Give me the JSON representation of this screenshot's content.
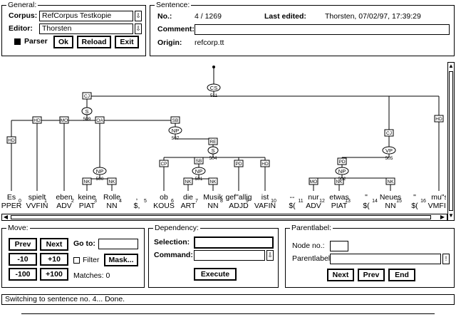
{
  "general": {
    "legend": "General:",
    "corpus_label": "Corpus:",
    "corpus_value": "RefCorpus Testkopie",
    "editor_label": "Editor:",
    "editor_value": "Thorsten",
    "parser_label": "Parser",
    "parser_checked": true,
    "ok_label": "Ok",
    "reload_label": "Reload",
    "exit_label": "Exit"
  },
  "sentence": {
    "legend": "Sentence:",
    "no_label": "No.:",
    "no_value": "4 / 1269",
    "last_edited_label": "Last edited:",
    "last_edited_value": "Thorsten, 07/02/97, 17:39:29",
    "comment_label": "Comment:",
    "comment_value": "",
    "origin_label": "Origin:",
    "origin_value": "refcorp.tt"
  },
  "tree": {
    "nodes": [
      {
        "label": "CS",
        "num": "511"
      },
      {
        "label": "S",
        "num": "509"
      },
      {
        "label": "NP",
        "num": "507"
      },
      {
        "label": "S",
        "num": "504"
      },
      {
        "label": "NP",
        "num": "500"
      },
      {
        "label": "NP",
        "num": "501"
      },
      {
        "label": "VP",
        "num": "505"
      },
      {
        "label": "NP",
        "num": "502"
      }
    ],
    "edges": [
      "CJ",
      "HD",
      "MO",
      "OA",
      "SB",
      "HD",
      "RE",
      "CP",
      "SB",
      "PD",
      "HD",
      "NK",
      "NK",
      "NK",
      "NK",
      "CJ",
      "PD",
      "MO",
      "NK",
      "NK",
      "HD"
    ],
    "words": [
      {
        "w": "Es",
        "i": "0",
        "t": "PPER"
      },
      {
        "w": "spielt",
        "i": "1",
        "t": "VVFIN"
      },
      {
        "w": "eben",
        "i": "2",
        "t": "ADV"
      },
      {
        "w": "keine",
        "i": "3",
        "t": "PIAT"
      },
      {
        "w": "Rolle",
        "i": "4",
        "t": "NN"
      },
      {
        "w": ",",
        "i": "5",
        "t": "$,"
      },
      {
        "w": "ob",
        "i": "6",
        "t": "KOUS"
      },
      {
        "w": "die",
        "i": "7",
        "t": "ART"
      },
      {
        "w": "Musik",
        "i": "8",
        "t": "NN"
      },
      {
        "w": "gef\"allig",
        "i": "9",
        "t": "ADJD"
      },
      {
        "w": "ist",
        "i": "10",
        "t": "VAFIN"
      },
      {
        "w": "--",
        "i": "11",
        "t": "$("
      },
      {
        "w": "nur",
        "i": "12",
        "t": "ADV"
      },
      {
        "w": "etwas",
        "i": "13",
        "t": "PIAT"
      },
      {
        "w": "\"",
        "i": "14",
        "t": "$("
      },
      {
        "w": "Neues",
        "i": "15",
        "t": "NN"
      },
      {
        "w": "\"",
        "i": "16",
        "t": "$("
      },
      {
        "w": "mu\"s",
        "i": "",
        "t": "VMFIN"
      }
    ]
  },
  "move": {
    "legend": "Move:",
    "prev": "Prev",
    "next": "Next",
    "minus10": "-10",
    "plus10": "+10",
    "minus100": "-100",
    "plus100": "+100",
    "goto_label": "Go to:",
    "goto_value": "",
    "filter_label": "Filter",
    "filter_checked": false,
    "mask_label": "Mask...",
    "matches_label": "Matches: 0"
  },
  "dependency": {
    "legend": "Dependency:",
    "selection_label": "Selection:",
    "selection_value": "",
    "command_label": "Command:",
    "command_value": "",
    "execute_label": "Execute"
  },
  "parentlabel": {
    "legend": "Parentlabel:",
    "node_no_label": "Node no.:",
    "node_no_value": "",
    "parentlabel_label": "Parentlabel:",
    "parentlabel_value": "",
    "next": "Next",
    "prev": "Prev",
    "end": "End"
  },
  "status": {
    "text": "Switching to sentence no. 4... Done."
  }
}
